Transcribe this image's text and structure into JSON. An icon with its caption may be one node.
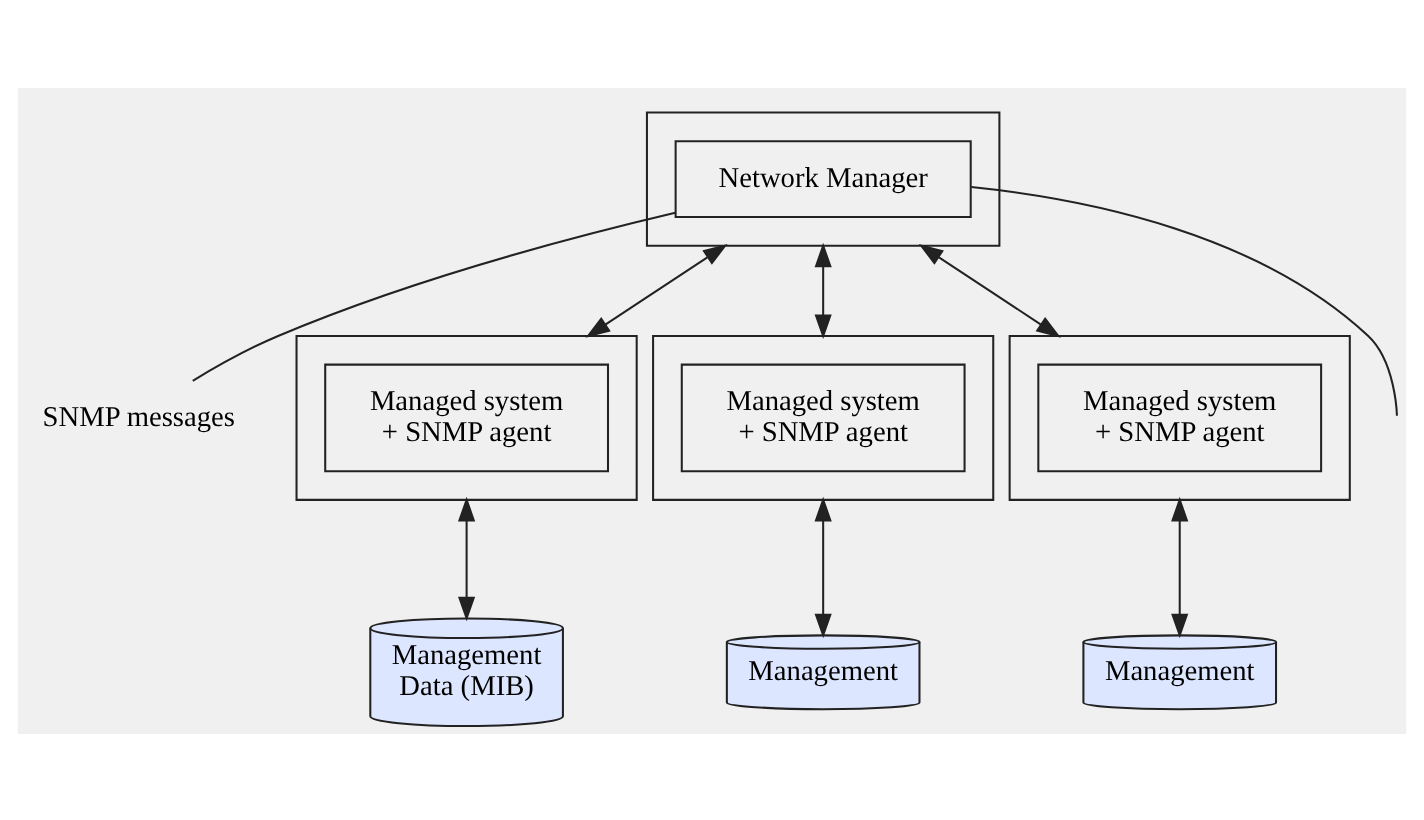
{
  "diagram": {
    "nodes": [
      {
        "text": [],
        "shape": "box"
      },
      {
        "text": [
          "Network Manager"
        ],
        "in": 0
      },
      {
        "text": [
          "SNMP messages"
        ]
      },
      {
        "text": [],
        "shape": "box"
      },
      {
        "text": [
          "Managed system + SNMP agent"
        ],
        "in": 3
      },
      {
        "text": [],
        "shape": "box"
      },
      {
        "text": [
          "Managed system + SNMP agent"
        ],
        "in": 5
      },
      {
        "text": [],
        "shape": "box"
      },
      {
        "text": [
          "Managed system + SNMP agent"
        ],
        "in": 7
      },
      {
        "text": [
          "Management Data (MIB)"
        ]
      },
      {
        "text": [
          "Management"
        ]
      },
      {
        "text": [
          "Management"
        ]
      }
    ],
    "edges": [
      {
        "from": 0,
        "to": 3,
        "arrow": "both"
      },
      {
        "from": 0,
        "to": 5,
        "arrow": "both"
      },
      {
        "from": 0,
        "to": 7,
        "arrow": "both"
      },
      {
        "from": 1,
        "to": 2,
        "arrow": "none"
      },
      {
        "from": 1,
        "to": null,
        "arrow": "none"
      },
      {
        "from": 3,
        "to": 9,
        "arrow": "both"
      },
      {
        "from": 5,
        "to": 10,
        "arrow": "both"
      },
      {
        "from": 7,
        "to": 11,
        "arrow": "both"
      }
    ]
  }
}
